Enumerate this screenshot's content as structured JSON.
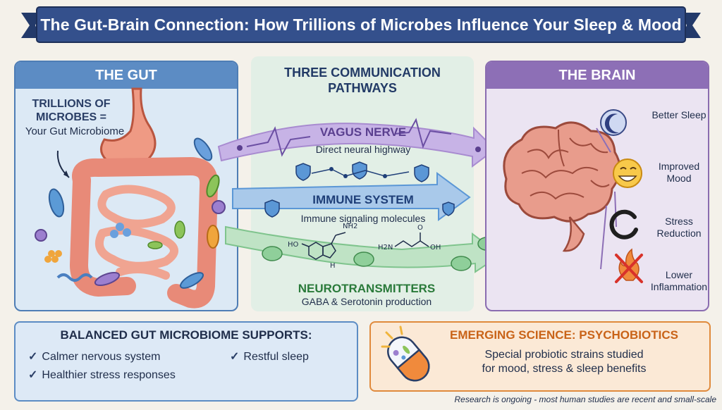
{
  "title": "The Gut-Brain Connection: How Trillions of Microbes Influence Your Sleep & Mood",
  "gut": {
    "heading": "THE GUT",
    "label_bold": "TRILLIONS OF MICROBES =",
    "label_sub": "Your Gut Microbiome"
  },
  "pathways": {
    "heading": "THREE COMMUNICATION PATHWAYS",
    "items": [
      {
        "label": "VAGUS NERVE",
        "sub": "Direct neural highway",
        "color": "#5a3f8f"
      },
      {
        "label": "IMMUNE SYSTEM",
        "sub": "Immune signaling molecules",
        "color": "#1f3f78"
      },
      {
        "label": "NEUROTRANSMITTERS",
        "sub": "GABA & Serotonin production",
        "color": "#2a7a3a"
      }
    ],
    "chem_labels": {
      "ho": "HO",
      "nh2_top": "NH2",
      "h": "H",
      "h2n": "H2N",
      "o": "O",
      "oh": "OH"
    }
  },
  "brain": {
    "heading": "THE BRAIN",
    "benefits": [
      {
        "label": "Better Sleep",
        "icon": "moon-icon"
      },
      {
        "label": "Improved Mood",
        "icon": "smiley-icon"
      },
      {
        "label": "Stress Reduction",
        "icon": "stress-ring-icon"
      },
      {
        "label": "Lower Inflammation",
        "icon": "no-fire-icon"
      }
    ]
  },
  "supports": {
    "title": "BALANCED GUT MICROBIOME SUPPORTS:",
    "items": [
      "Calmer nervous system",
      "Restful sleep",
      "Healthier stress responses"
    ]
  },
  "psychobiotics": {
    "title": "EMERGING SCIENCE: PSYCHOBIOTICS",
    "text_line1": "Special probiotic strains studied",
    "text_line2": "for mood, stress & sleep benefits"
  },
  "footnote": "Research is ongoing - most human studies are recent and small-scale",
  "colors": {
    "ribbon": "#34508c",
    "gut_panel": "#dce9f5",
    "brain_panel": "#ebe4f2",
    "pathway_panel": "#e2efe6",
    "vagus": "#a88bd0",
    "immune": "#5b97d6",
    "neuro": "#7fc48d"
  }
}
